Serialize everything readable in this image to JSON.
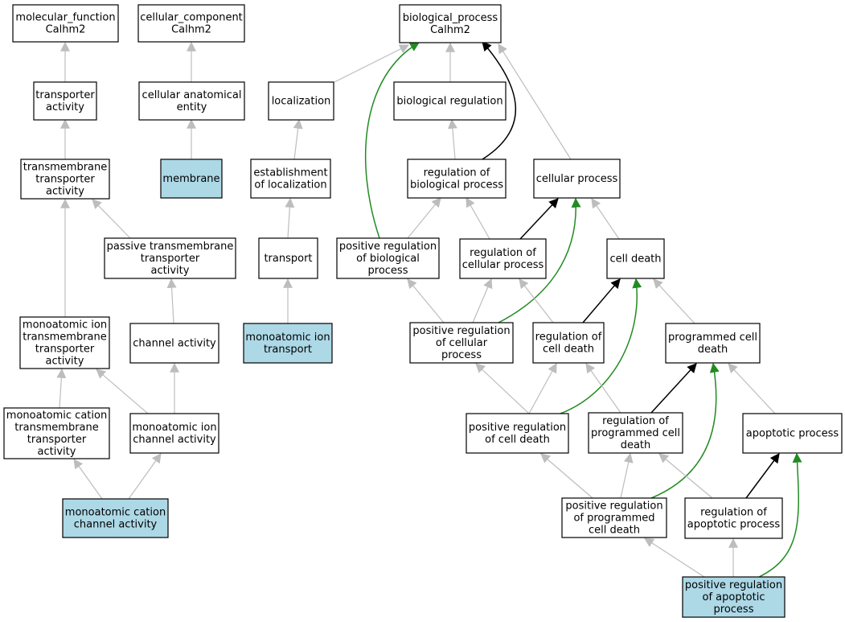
{
  "colors": {
    "default_fill": "#ffffff",
    "highlight_fill": "#add8e6",
    "is_a_edge": "#bdbdbd",
    "regulates_edge": "#000000",
    "positively_regulates_edge": "#228b22"
  },
  "nodes": [
    {
      "id": "mf",
      "lines": [
        "molecular_function",
        "Calhm2"
      ],
      "highlight": false
    },
    {
      "id": "cc",
      "lines": [
        "cellular_component",
        "Calhm2"
      ],
      "highlight": false
    },
    {
      "id": "bp",
      "lines": [
        "biological_process",
        "Calhm2"
      ],
      "highlight": false
    },
    {
      "id": "transporter",
      "lines": [
        "transporter",
        "activity"
      ],
      "highlight": false
    },
    {
      "id": "cae",
      "lines": [
        "cellular anatomical",
        "entity"
      ],
      "highlight": false
    },
    {
      "id": "localization",
      "lines": [
        "localization"
      ],
      "highlight": false
    },
    {
      "id": "bioreg",
      "lines": [
        "biological regulation"
      ],
      "highlight": false
    },
    {
      "id": "tmta",
      "lines": [
        "transmembrane",
        "transporter",
        "activity"
      ],
      "highlight": false
    },
    {
      "id": "membrane",
      "lines": [
        "membrane"
      ],
      "highlight": true
    },
    {
      "id": "estloc",
      "lines": [
        "establishment",
        "of localization"
      ],
      "highlight": false
    },
    {
      "id": "regbp",
      "lines": [
        "regulation of",
        "biological process"
      ],
      "highlight": false
    },
    {
      "id": "cellproc",
      "lines": [
        "cellular process"
      ],
      "highlight": false
    },
    {
      "id": "ptta",
      "lines": [
        "passive transmembrane",
        "transporter",
        "activity"
      ],
      "highlight": false
    },
    {
      "id": "transport",
      "lines": [
        "transport"
      ],
      "highlight": false
    },
    {
      "id": "posregbp",
      "lines": [
        "positive regulation",
        "of biological",
        "process"
      ],
      "highlight": false
    },
    {
      "id": "regcp",
      "lines": [
        "regulation of",
        "cellular process"
      ],
      "highlight": false
    },
    {
      "id": "celldeath",
      "lines": [
        "cell death"
      ],
      "highlight": false
    },
    {
      "id": "mitta",
      "lines": [
        "monoatomic ion",
        "transmembrane",
        "transporter",
        "activity"
      ],
      "highlight": false
    },
    {
      "id": "channel",
      "lines": [
        "channel activity"
      ],
      "highlight": false
    },
    {
      "id": "miontransport",
      "lines": [
        "monoatomic ion",
        "transport"
      ],
      "highlight": true
    },
    {
      "id": "posregcp",
      "lines": [
        "positive regulation",
        "of cellular",
        "process"
      ],
      "highlight": false
    },
    {
      "id": "regcd",
      "lines": [
        "regulation of",
        "cell death"
      ],
      "highlight": false
    },
    {
      "id": "pcd",
      "lines": [
        "programmed cell",
        "death"
      ],
      "highlight": false
    },
    {
      "id": "mcta",
      "lines": [
        "monoatomic cation",
        "transmembrane",
        "transporter",
        "activity"
      ],
      "highlight": false
    },
    {
      "id": "mica",
      "lines": [
        "monoatomic ion",
        "channel activity"
      ],
      "highlight": false
    },
    {
      "id": "posregcd",
      "lines": [
        "positive regulation",
        "of cell death"
      ],
      "highlight": false
    },
    {
      "id": "regpcd",
      "lines": [
        "regulation of",
        "programmed cell",
        "death"
      ],
      "highlight": false
    },
    {
      "id": "apoptotic",
      "lines": [
        "apoptotic process"
      ],
      "highlight": false
    },
    {
      "id": "mcca",
      "lines": [
        "monoatomic cation",
        "channel activity"
      ],
      "highlight": true
    },
    {
      "id": "posregpcd",
      "lines": [
        "positive regulation",
        "of programmed",
        "cell death"
      ],
      "highlight": false
    },
    {
      "id": "regap",
      "lines": [
        "regulation of",
        "apoptotic process"
      ],
      "highlight": false
    },
    {
      "id": "posregap",
      "lines": [
        "positive regulation",
        "of apoptotic",
        "process"
      ],
      "highlight": true
    }
  ],
  "edges": [
    {
      "from": "transporter",
      "to": "mf",
      "type": "is_a"
    },
    {
      "from": "cae",
      "to": "cc",
      "type": "is_a"
    },
    {
      "from": "localization",
      "to": "bp",
      "type": "is_a"
    },
    {
      "from": "bioreg",
      "to": "bp",
      "type": "is_a"
    },
    {
      "from": "regbp",
      "to": "bp",
      "type": "regulates"
    },
    {
      "from": "cellproc",
      "to": "bp",
      "type": "is_a"
    },
    {
      "from": "posregbp",
      "to": "bp",
      "type": "positively_regulates"
    },
    {
      "from": "tmta",
      "to": "transporter",
      "type": "is_a"
    },
    {
      "from": "membrane",
      "to": "cae",
      "type": "is_a"
    },
    {
      "from": "estloc",
      "to": "localization",
      "type": "is_a"
    },
    {
      "from": "regbp",
      "to": "bioreg",
      "type": "is_a"
    },
    {
      "from": "ptta",
      "to": "tmta",
      "type": "is_a"
    },
    {
      "from": "transport",
      "to": "estloc",
      "type": "is_a"
    },
    {
      "from": "posregbp",
      "to": "regbp",
      "type": "is_a"
    },
    {
      "from": "regcp",
      "to": "regbp",
      "type": "is_a"
    },
    {
      "from": "regcp",
      "to": "cellproc",
      "type": "regulates"
    },
    {
      "from": "posregcp",
      "to": "cellproc",
      "type": "positively_regulates"
    },
    {
      "from": "celldeath",
      "to": "cellproc",
      "type": "is_a"
    },
    {
      "from": "mitta",
      "to": "tmta",
      "type": "is_a"
    },
    {
      "from": "channel",
      "to": "ptta",
      "type": "is_a"
    },
    {
      "from": "miontransport",
      "to": "transport",
      "type": "is_a"
    },
    {
      "from": "posregcp",
      "to": "posregbp",
      "type": "is_a"
    },
    {
      "from": "posregcp",
      "to": "regcp",
      "type": "is_a"
    },
    {
      "from": "regcd",
      "to": "regcp",
      "type": "is_a"
    },
    {
      "from": "regcd",
      "to": "celldeath",
      "type": "regulates"
    },
    {
      "from": "posregcd",
      "to": "celldeath",
      "type": "positively_regulates"
    },
    {
      "from": "pcd",
      "to": "celldeath",
      "type": "is_a"
    },
    {
      "from": "mcta",
      "to": "mitta",
      "type": "is_a"
    },
    {
      "from": "mica",
      "to": "mitta",
      "type": "is_a"
    },
    {
      "from": "mica",
      "to": "channel",
      "type": "is_a"
    },
    {
      "from": "posregcd",
      "to": "posregcp",
      "type": "is_a"
    },
    {
      "from": "posregcd",
      "to": "regcd",
      "type": "is_a"
    },
    {
      "from": "regpcd",
      "to": "regcd",
      "type": "is_a"
    },
    {
      "from": "regpcd",
      "to": "pcd",
      "type": "regulates"
    },
    {
      "from": "posregpcd",
      "to": "pcd",
      "type": "positively_regulates"
    },
    {
      "from": "apoptotic",
      "to": "pcd",
      "type": "is_a"
    },
    {
      "from": "mcca",
      "to": "mcta",
      "type": "is_a"
    },
    {
      "from": "mcca",
      "to": "mica",
      "type": "is_a"
    },
    {
      "from": "posregpcd",
      "to": "posregcd",
      "type": "is_a"
    },
    {
      "from": "posregpcd",
      "to": "regpcd",
      "type": "is_a"
    },
    {
      "from": "regap",
      "to": "regpcd",
      "type": "is_a"
    },
    {
      "from": "regap",
      "to": "apoptotic",
      "type": "regulates"
    },
    {
      "from": "posregap",
      "to": "apoptotic",
      "type": "positively_regulates"
    },
    {
      "from": "posregap",
      "to": "posregpcd",
      "type": "is_a"
    },
    {
      "from": "posregap",
      "to": "regap",
      "type": "is_a"
    }
  ]
}
